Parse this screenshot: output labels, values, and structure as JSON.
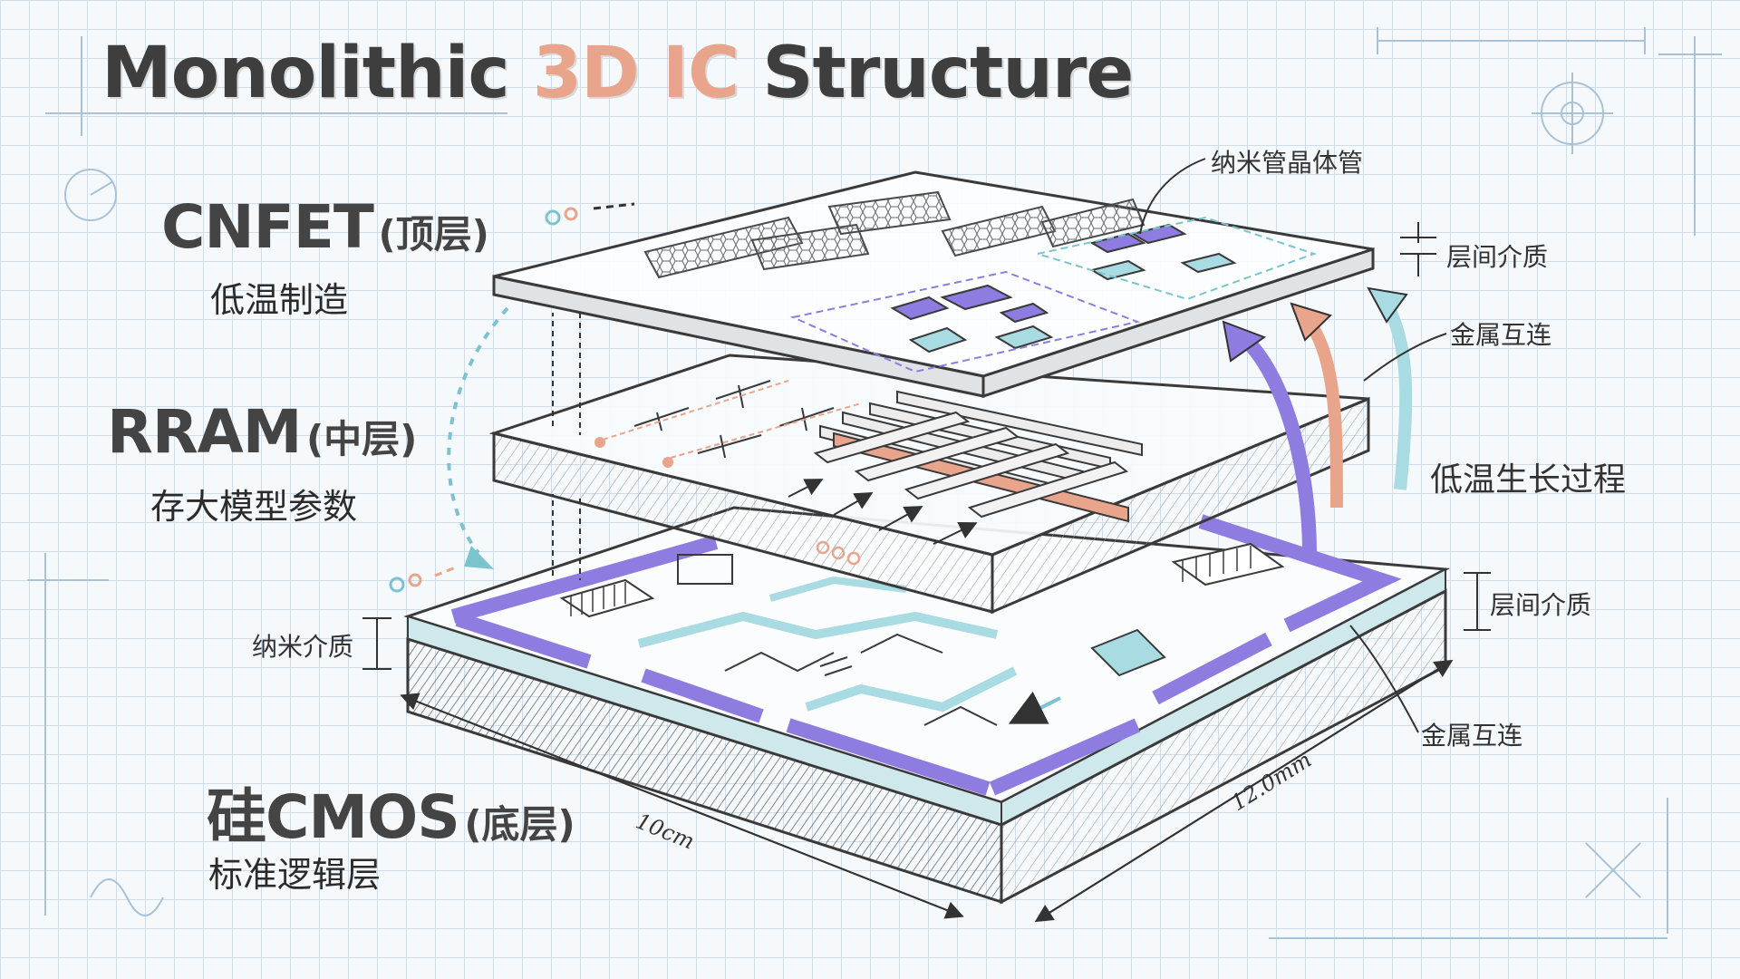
{
  "title": {
    "main": "Monolithic ",
    "accent": "3D IC",
    "rest": " Structure"
  },
  "layers": [
    {
      "id": "top",
      "name": "CNFET",
      "position": "(顶层)",
      "description": "低温制造"
    },
    {
      "id": "middle",
      "name": "RRAM",
      "position": "(中层)",
      "description": "存大模型参数"
    },
    {
      "id": "bottom",
      "name": "硅CMOS",
      "position": "(底层)",
      "description": "标准逻辑层"
    }
  ],
  "annotations": {
    "nanotube_transistor": "纳米管晶体管",
    "interlayer_dielectric_top": "层间介质",
    "metal_interconnect_top": "金属互连",
    "low_temp_growth": "低温生长过程",
    "interlayer_dielectric_bottom": "层间介质",
    "nano_dielectric": "纳米介质",
    "metal_interconnect_bottom": "金属互连"
  },
  "dimensions": {
    "width_label": "10cm",
    "depth_label": "12.0mm"
  },
  "colors": {
    "purple": "#8e7ce0",
    "light_blue": "#a9dbe2",
    "salmon": "#e9a48c",
    "ink": "#3a3a3a",
    "grid": "#cfdde9"
  }
}
